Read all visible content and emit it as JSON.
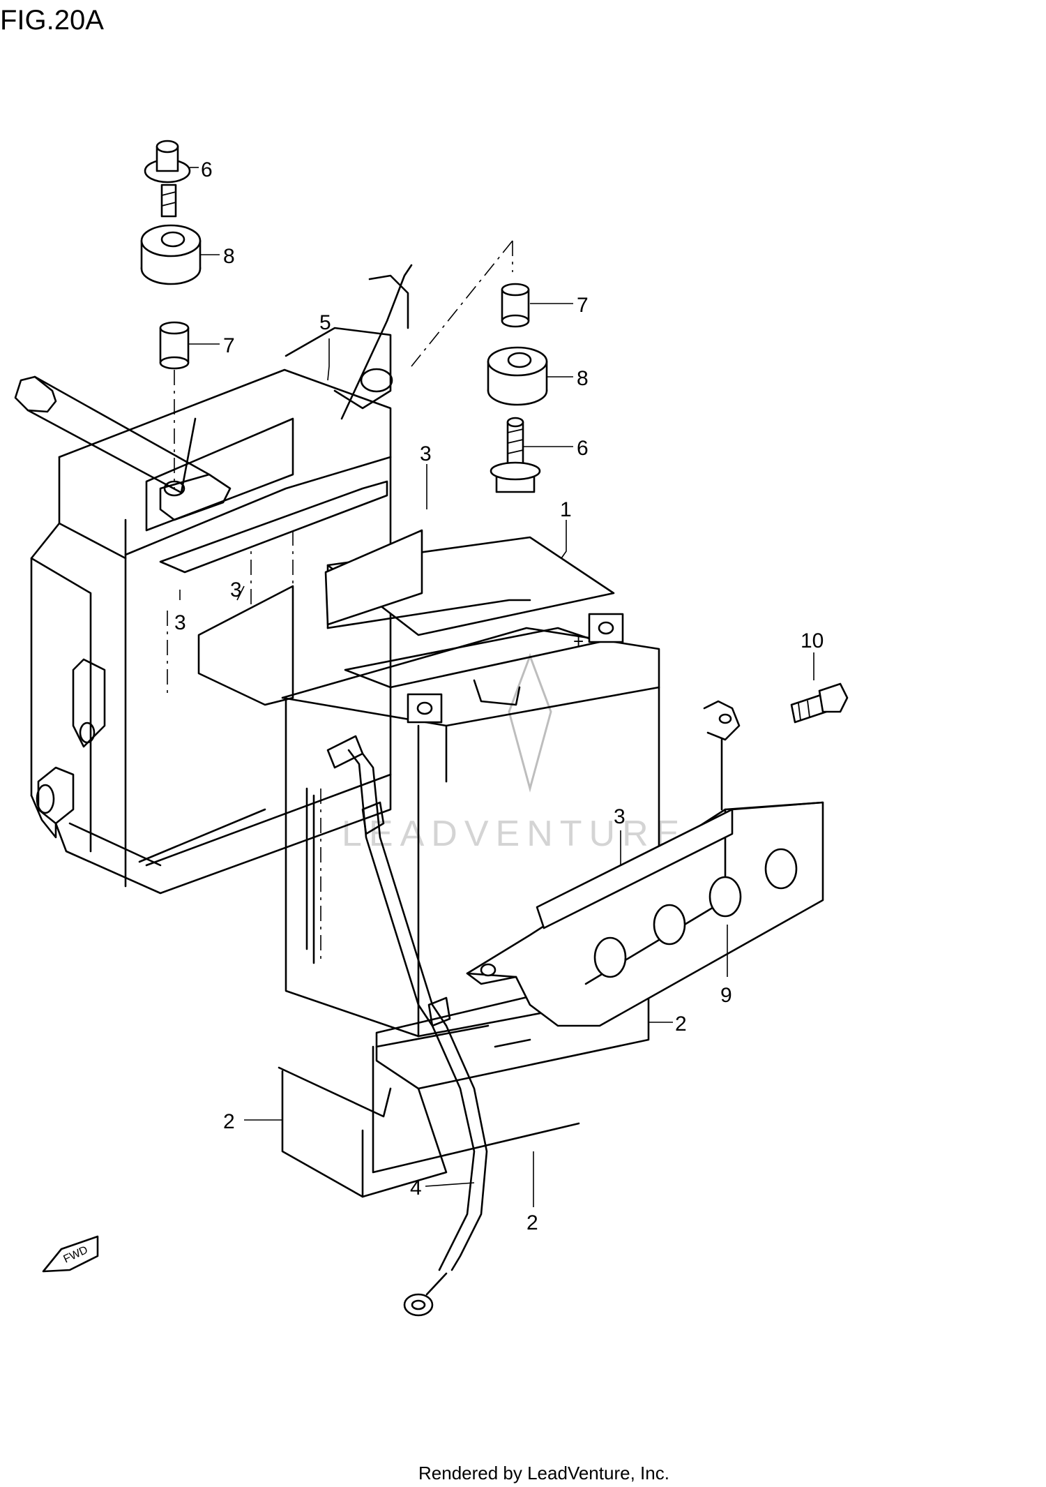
{
  "figure": {
    "title": "FIG.20A",
    "footer": "Rendered by LeadVenture, Inc.",
    "watermark": "LEADVENTURE",
    "fwd_label": "FWD"
  },
  "callouts": {
    "c1": "1",
    "c2a": "2",
    "c2b": "2",
    "c2c": "2",
    "c3a": "3",
    "c3b": "3",
    "c3c": "3",
    "c3d": "3",
    "c4": "4",
    "c5": "5",
    "c6a": "6",
    "c6b": "6",
    "c7a": "7",
    "c7b": "7",
    "c8a": "8",
    "c8b": "8",
    "c9": "9",
    "c10": "10",
    "plus": "+"
  }
}
